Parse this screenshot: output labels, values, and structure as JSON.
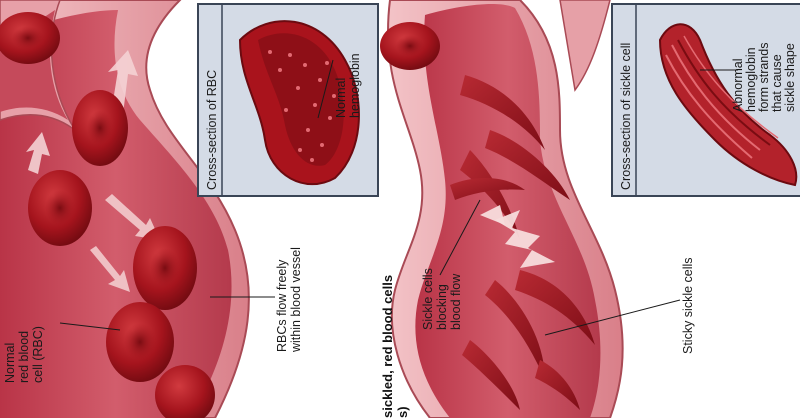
{
  "left_panel": {
    "inset_title": "Cross-section of RBC",
    "inset_label": [
      "Normal",
      "hemoglobin"
    ],
    "label_normal_rbc": [
      "Normal",
      "red blood",
      "cell (RBC)"
    ],
    "label_flow": [
      "RBCs flow freely",
      "within blood vessel"
    ]
  },
  "right_panel": {
    "inset_title": "Cross-section of sickle cell",
    "inset_label": [
      "Abnormal",
      "hemoglobin",
      "form strands",
      "that cause",
      "sickle shape"
    ],
    "label_blocking": [
      "Sickle cells",
      "blocking",
      "blood flow"
    ],
    "label_sticky": "Sticky sickle cells"
  },
  "caption_partial": [
    "sickled, red blood cells",
    "s)"
  ],
  "colors": {
    "vessel_wall": "#e8a3a9",
    "vessel_lumen": "#c6495a",
    "rbc": "#a3141c",
    "inset_bg": "#d4dbe6",
    "inset_border": "#3a4556"
  }
}
